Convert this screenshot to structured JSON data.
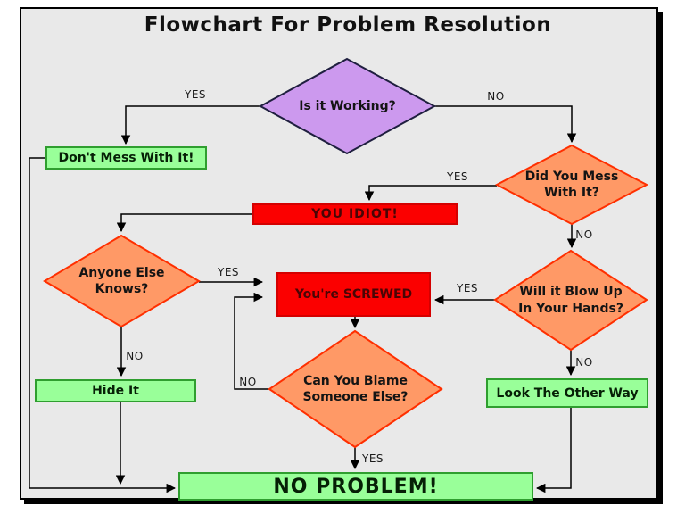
{
  "title": "Flowchart For Problem Resolution",
  "nodes": {
    "is_it_working": {
      "type": "decision",
      "label": "Is it Working?"
    },
    "dont_mess": {
      "type": "process",
      "label": "Don't Mess With It!"
    },
    "did_you_mess": {
      "type": "decision",
      "label": "Did You Mess\nWith It?"
    },
    "you_idiot": {
      "type": "process",
      "label": "YOU IDIOT!"
    },
    "anyone_else_knows": {
      "type": "decision",
      "label": "Anyone Else\nKnows?"
    },
    "youre_screwed": {
      "type": "process",
      "label": "You're SCREWED"
    },
    "will_it_blow_up": {
      "type": "decision",
      "label": "Will it Blow Up\nIn Your Hands?"
    },
    "hide_it": {
      "type": "process",
      "label": "Hide It"
    },
    "can_you_blame": {
      "type": "decision",
      "label": "Can You Blame\nSomeone Else?"
    },
    "look_the_other_way": {
      "type": "process",
      "label": "Look The Other Way"
    },
    "no_problem": {
      "type": "terminal",
      "label": "NO PROBLEM!"
    }
  },
  "edge_labels": {
    "working_yes": "YES",
    "working_no": "NO",
    "mess_yes": "YES",
    "mess_no": "NO",
    "anyone_yes": "YES",
    "anyone_no": "NO",
    "blow_yes": "YES",
    "blow_no": "NO",
    "blame_no": "NO",
    "blame_yes": "YES"
  },
  "colors": {
    "background": "#e9e9e9",
    "decision_purple": "#cc99ee",
    "decision_purple_border": "#1f1f3f",
    "decision_orange": "#ff9966",
    "decision_orange_border": "#ff2f00",
    "process_green": "#99ff99",
    "process_green_border": "#2f9e2f",
    "process_red": "#fb0000",
    "process_red_border": "#d40000",
    "red_text": "#4a0505",
    "line": "#000000"
  }
}
